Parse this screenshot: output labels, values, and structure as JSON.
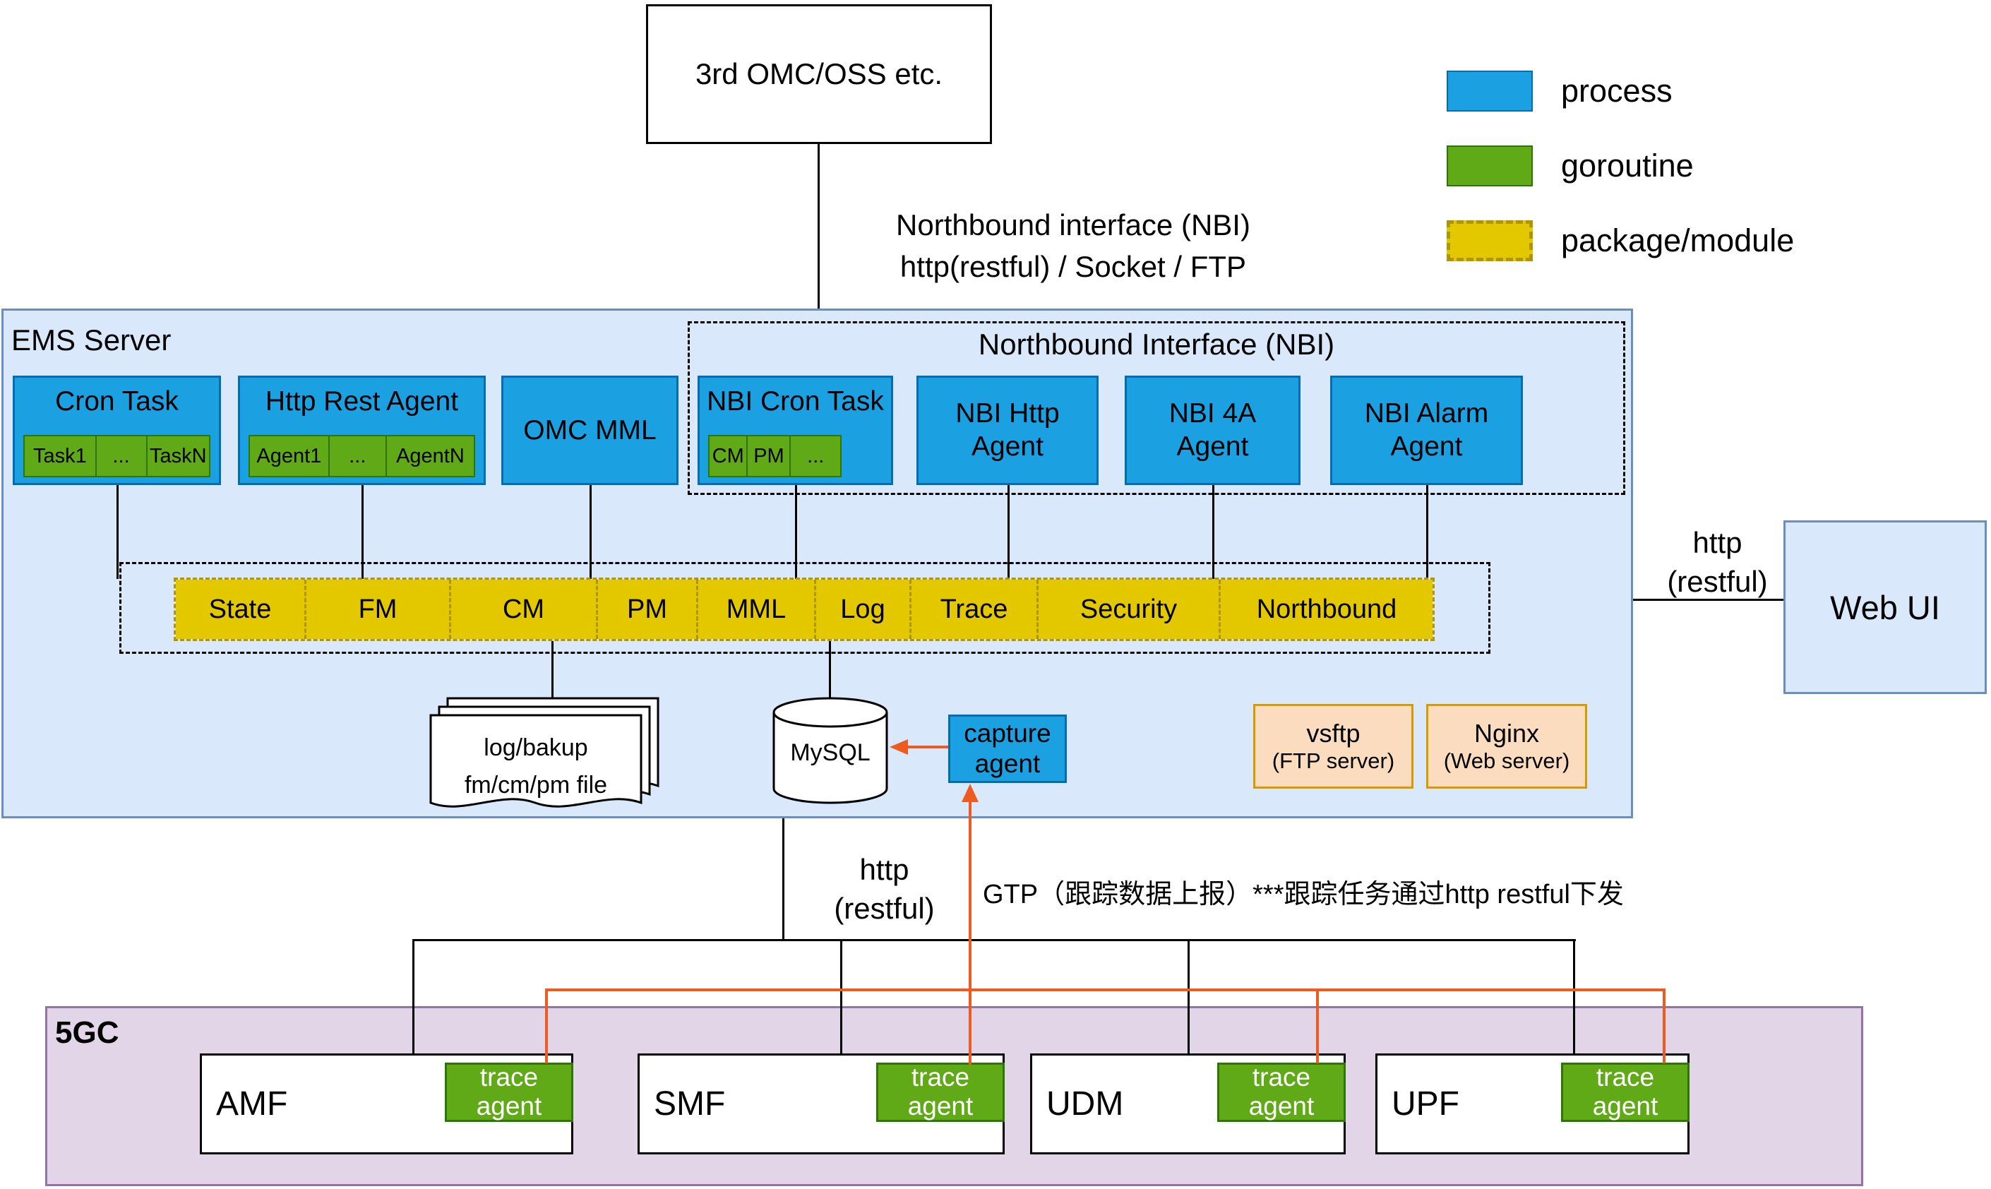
{
  "top_box": {
    "label": "3rd OMC/OSS etc."
  },
  "legend": {
    "process": "process",
    "goroutine": "goroutine",
    "package": "package/module"
  },
  "nbi_link": {
    "line1": "Northbound interface (NBI)",
    "line2": "http(restful) / Socket / FTP"
  },
  "ems": {
    "title": "EMS Server",
    "cron_task": {
      "title": "Cron Task",
      "cells": [
        "Task1",
        "...",
        "TaskN"
      ]
    },
    "http_rest_agent": {
      "title": "Http Rest Agent",
      "cells": [
        "Agent1",
        "...",
        "AgentN"
      ]
    },
    "omc_mml": "OMC MML",
    "nbi_group": {
      "title": "Northbound Interface (NBI)",
      "nbi_cron_task": {
        "title": "NBI Cron Task",
        "cells": [
          "CM",
          "PM",
          "..."
        ]
      },
      "nbi_http_agent": "NBI Http Agent",
      "nbi_4a_agent": "NBI 4A Agent",
      "nbi_alarm_agent": "NBI Alarm Agent"
    },
    "modules": [
      "State",
      "FM",
      "CM",
      "PM",
      "MML",
      "Log",
      "Trace",
      "Security",
      "Northbound"
    ],
    "log_files": {
      "line1": "log/bakup",
      "line2": "fm/cm/pm file"
    },
    "mysql": "MySQL",
    "capture_agent": "capture agent",
    "vsftp": {
      "line1": "vsftp",
      "line2": "(FTP server)"
    },
    "nginx": {
      "line1": "Nginx",
      "line2": "(Web server)"
    }
  },
  "web_ui": "Web UI",
  "labels": {
    "http_restful_right": {
      "line1": "http",
      "line2": "(restful)"
    },
    "http_restful_bottom": {
      "line1": "http",
      "line2": "(restful)"
    },
    "gtp": "GTP（跟踪数据上报）***跟踪任务通过http restful下发"
  },
  "five_gc": {
    "title": "5GC",
    "nfs": [
      {
        "name": "AMF",
        "agent": "trace agent"
      },
      {
        "name": "SMF",
        "agent": "trace agent"
      },
      {
        "name": "UDM",
        "agent": "trace agent"
      },
      {
        "name": "UPF",
        "agent": "trace agent"
      }
    ]
  },
  "colors": {
    "process": "#1BA1E2",
    "goroutine": "#60A917",
    "package_module": "#E3C800",
    "ems_fill": "#DAE8FC",
    "five_gc_fill": "#E1D5E7",
    "ftp_web_server_fill": "#FBDCBF",
    "ftp_web_server_border": "#D79B00",
    "orange_line": "#ED5B21"
  }
}
